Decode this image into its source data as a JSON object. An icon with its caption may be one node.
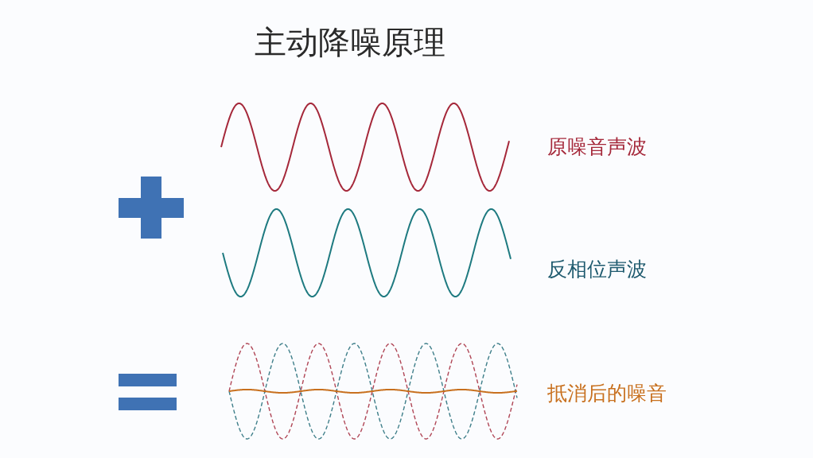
{
  "diagram": {
    "title": "主动降噪原理",
    "labels": [
      "原噪音声波",
      "反相位声波",
      "抵消后的噪音"
    ]
  }
}
